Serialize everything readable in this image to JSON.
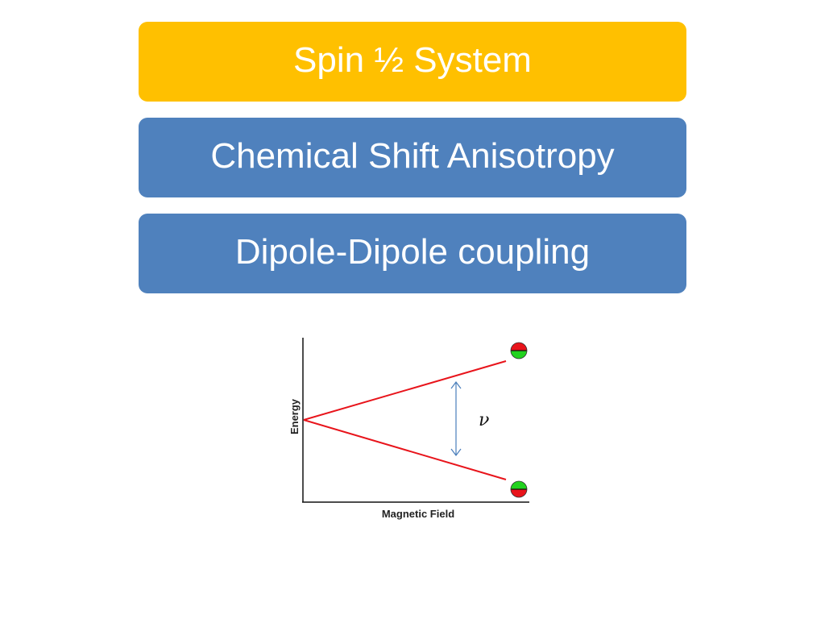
{
  "boxes": [
    {
      "label": "Spin ½ System",
      "color": "#FFC000"
    },
    {
      "label": "Chemical Shift Anisotropy",
      "color": "#4F81BD"
    },
    {
      "label": "Dipole-Dipole coupling",
      "color": "#4F81BD"
    }
  ],
  "diagram": {
    "y_axis_label": "Energy",
    "x_axis_label": "Magnetic Field",
    "gap_symbol": "ν",
    "line_color": "#E8141B",
    "arrow_color": "#4A7EBB",
    "state_colors": {
      "red": "#E8141B",
      "green": "#22D21F"
    },
    "upper_state": "red-over-green",
    "lower_state": "green-over-red"
  }
}
